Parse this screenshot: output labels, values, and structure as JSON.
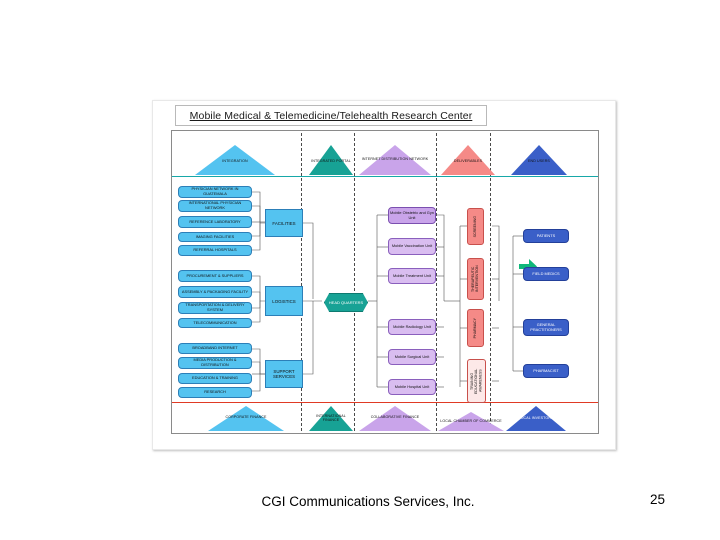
{
  "slide": {
    "footer_text": "CGI Communications Services, Inc.",
    "page_number": "25"
  },
  "diagram": {
    "title": "Mobile Medical & Telemedicine/Telehealth Research Center",
    "colors": {
      "blue": "#54c3f0",
      "teal": "#17a295",
      "purple": "#c9a4ea",
      "pink": "#f58a87",
      "navy": "#3a5fc8",
      "green_arrow": "#0fb87a",
      "top_rule": "#17a8a8",
      "bottom_rule": "#e03a24"
    },
    "top_headers": [
      {
        "label": "INTEGRATION",
        "color": "#54c3f0"
      },
      {
        "label": "INTEGRATED PORTAL",
        "color": "#17a295"
      },
      {
        "label": "INTERNET DISTRIBUTION NETWORK",
        "color": "#c9a4ea"
      },
      {
        "label": "DELIVERABLES",
        "color": "#f58a87"
      },
      {
        "label": "END USERS",
        "color": "#3a5fc8"
      }
    ],
    "bottom_headers": [
      {
        "label": "CORPORATE FINANCE",
        "color": "#54c3f0"
      },
      {
        "label": "INTERNATIONAL FINANCE",
        "color": "#17a295"
      },
      {
        "label": "COLLABORATIVE FINANCE",
        "color": "#c9a4ea"
      },
      {
        "label": "LOCAL CHAMBER OF COMMERCE",
        "color": "#c9a4ea"
      },
      {
        "label": "LOCAL INVESTORS",
        "color": "#3a5fc8"
      }
    ],
    "integration_group_1": [
      "PHYSICIAN NETWORK IN GUATEMALA",
      "INTERNATIONAL PHYSICIAN NETWORK",
      "REFERENCE LABORATORY",
      "IMAGING FACILITIES",
      "REFERRAL HOSPITALS"
    ],
    "integration_group_2": [
      "PROCUREMENT & SUPPLIERS",
      "ASSEMBLY & PACKAGING FACILITY",
      "TRANSPORTATION & DELIVERY SYSTEM",
      "TELECOMMUNICATION"
    ],
    "integration_group_3": [
      "BROADBAND INTERNET",
      "MEDIA PRODUCTION & DISTRIBUTION",
      "EDUCATION & TRAINING",
      "RESEARCH"
    ],
    "hub_nodes": [
      "FACILITIES",
      "LOGISTICS",
      "SUPPORT SERVICES"
    ],
    "headquarters": "HEAD QUARTERS",
    "mobile_units": [
      "Mobile Obstetric and Gyn Unit",
      "Mobile Vaccination Unit",
      "Mobile Treatment Unit",
      "Mobile Radiology Unit",
      "Mobile Surgical Unit",
      "Mobile Hospital Unit"
    ],
    "deliverables": [
      "SCREENING",
      "THERAPEUTIC INTERVENTION",
      "PHARMACY",
      "TRAINING EDUCATIONAL AWARENESS"
    ],
    "end_users": [
      "PATIENTS",
      "FIELD MEDICS",
      "GENERAL PRACTITIONERS",
      "PHARMACIST"
    ]
  }
}
